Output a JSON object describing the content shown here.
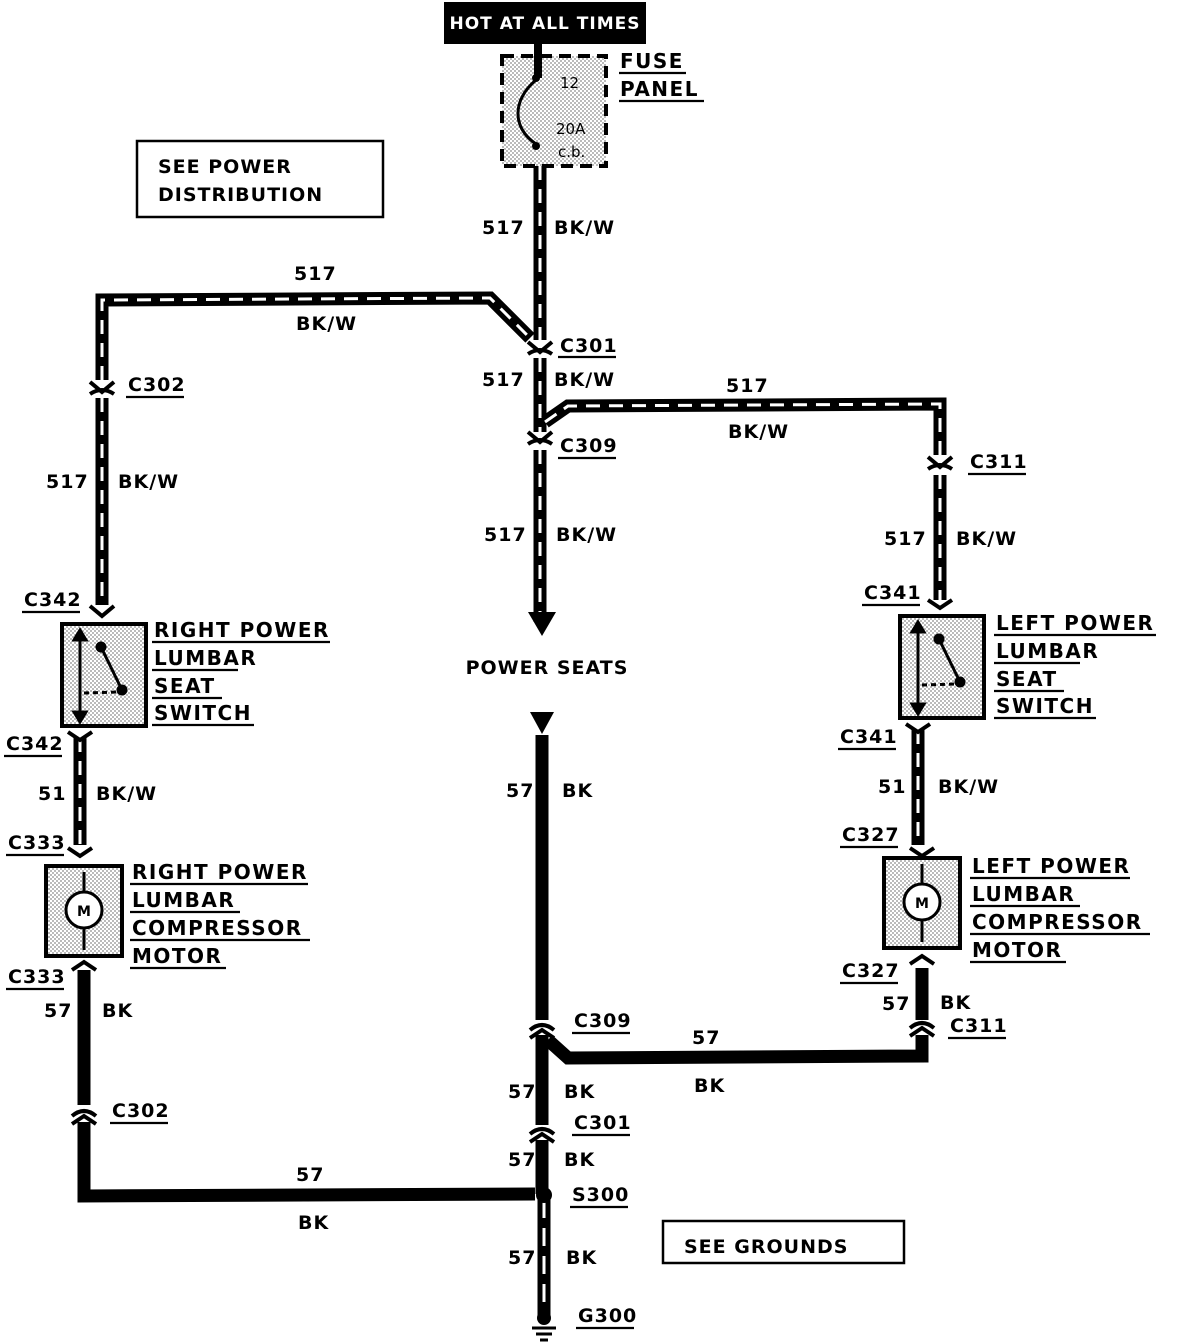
{
  "header": {
    "hot_label": "HOT AT ALL TIMES"
  },
  "fuse_panel": {
    "label_line1": "FUSE",
    "label_line2": "PANEL",
    "fuse_number": "12",
    "rating": "20A",
    "type": "c.b."
  },
  "see_power_distribution": {
    "line1": "SEE POWER",
    "line2": "DISTRIBUTION"
  },
  "see_grounds": {
    "label": "SEE GROUNDS"
  },
  "power_seats": {
    "label": "POWER SEATS"
  },
  "wires": {
    "w517_fuse": {
      "circuit": "517",
      "color": "BK/W"
    },
    "w517_top_left": {
      "circuit": "517",
      "color": "BK/W"
    },
    "w517_c301_c309": {
      "circuit": "517",
      "color": "BK/W"
    },
    "w517_top_right": {
      "circuit": "517",
      "color": "BK/W"
    },
    "w517_left": {
      "circuit": "517",
      "color": "BK/W"
    },
    "w517_center": {
      "circuit": "517",
      "color": "BK/W"
    },
    "w517_right": {
      "circuit": "517",
      "color": "BK/W"
    },
    "w51_left": {
      "circuit": "51",
      "color": "BK/W"
    },
    "w51_right": {
      "circuit": "51",
      "color": "BK/W"
    },
    "w57_center_top": {
      "circuit": "57",
      "color": "BK"
    },
    "w57_left": {
      "circuit": "57",
      "color": "BK"
    },
    "w57_right": {
      "circuit": "57",
      "color": "BK"
    },
    "w57_right_horiz": {
      "circuit": "57",
      "color": "BK"
    },
    "w57_c309_c301": {
      "circuit": "57",
      "color": "BK"
    },
    "w57_c301_s300": {
      "circuit": "57",
      "color": "BK"
    },
    "w57_bottom_left": {
      "circuit": "57",
      "color": "BK"
    },
    "w57_g300": {
      "circuit": "57",
      "color": "BK"
    }
  },
  "connectors": {
    "c301_top": "C301",
    "c309_top": "C309",
    "c302_top": "C302",
    "c311_top": "C311",
    "c342_top": "C342",
    "c342_bottom": "C342",
    "c341_top": "C341",
    "c341_bottom": "C341",
    "c333_top": "C333",
    "c333_bottom": "C333",
    "c327_top": "C327",
    "c327_bottom": "C327",
    "c309_bottom": "C309",
    "c311_bottom": "C311",
    "c302_bottom": "C302",
    "c301_bottom": "C301",
    "s300": "S300",
    "g300": "G300"
  },
  "components": {
    "right_switch": [
      "RIGHT POWER",
      "LUMBAR",
      "SEAT",
      "SWITCH"
    ],
    "left_switch": [
      "LEFT POWER",
      "LUMBAR",
      "SEAT",
      "SWITCH"
    ],
    "right_motor": [
      "RIGHT POWER",
      "LUMBAR",
      "COMPRESSOR",
      "MOTOR"
    ],
    "left_motor": [
      "LEFT POWER",
      "LUMBAR",
      "COMPRESSOR",
      "MOTOR"
    ],
    "motor_symbol": "M"
  },
  "icons": [
    "fuse-icon",
    "switch-icon",
    "motor-icon",
    "ground-icon",
    "splice-icon",
    "arrow-icon"
  ]
}
